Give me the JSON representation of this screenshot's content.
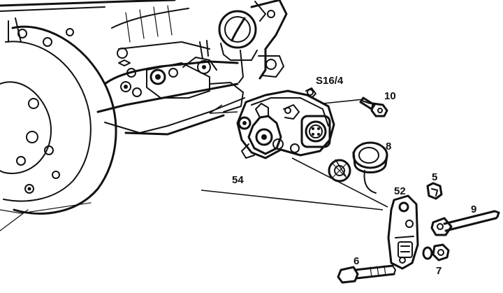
{
  "labels": {
    "switch": "S16/4",
    "lever": "54",
    "bolt_top": "10",
    "cap": "8",
    "clip": "5",
    "bracket": "52",
    "pin": "9",
    "bolt_bottom": "6",
    "nut": "7"
  }
}
